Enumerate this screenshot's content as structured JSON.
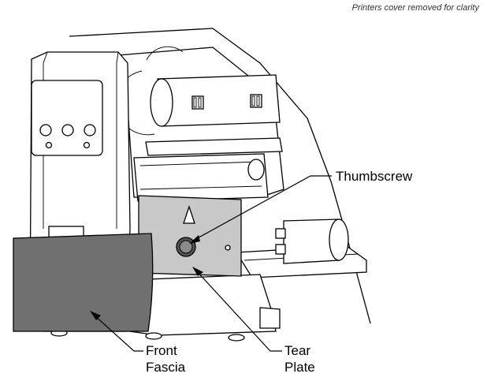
{
  "caption": "Printers cover removed for clarity",
  "callouts": {
    "thumbscrew": "Thumbscrew",
    "tear_plate_line1": "Tear",
    "tear_plate_line2": "Plate",
    "front_fascia_line1": "Front",
    "front_fascia_line2": "Fascia"
  },
  "colors": {
    "line": "#000000",
    "tear_plate_fill": "#c8c8c8",
    "fascia_fill": "#707070",
    "background": "#ffffff"
  }
}
